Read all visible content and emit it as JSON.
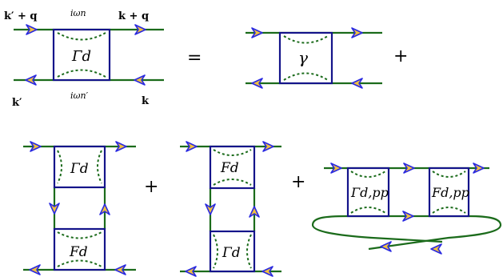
{
  "labels": {
    "k_prime_plus_q": "k′ + q",
    "k_plus_q": "k + q",
    "k_prime": "k′",
    "k": "k",
    "freq_n": "iωn",
    "freq_n_prime": "iωn′",
    "equals": "=",
    "plus": "+"
  },
  "vertices": {
    "lhs_gamma_d": "Γd",
    "bare_gamma": "γ",
    "t1_gamma_d": "Γd",
    "t1_F_d": "Fd",
    "t2_F_d": "Fd",
    "t2_gamma_d": "Γd",
    "t3_gamma_dpp": "Γd,pp",
    "t3_F_dpp": "Fd,pp"
  },
  "colors": {
    "line": "#1b6b1b",
    "box": "#14148a",
    "arrow_fill": "#f0c040",
    "arrow_stroke": "#2a2ae0"
  }
}
